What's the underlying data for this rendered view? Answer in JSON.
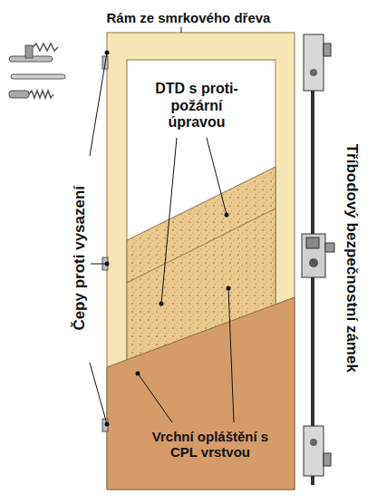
{
  "diagram": {
    "labels": [
      "Rám ze smrkového dřeva",
      "DTD s proti- požární úpravou",
      "Čepy proti vysazení",
      "Tříbodový bezpečnostní zámek",
      "Vrchní opláštění s CPL vrstvou"
    ]
  }
}
